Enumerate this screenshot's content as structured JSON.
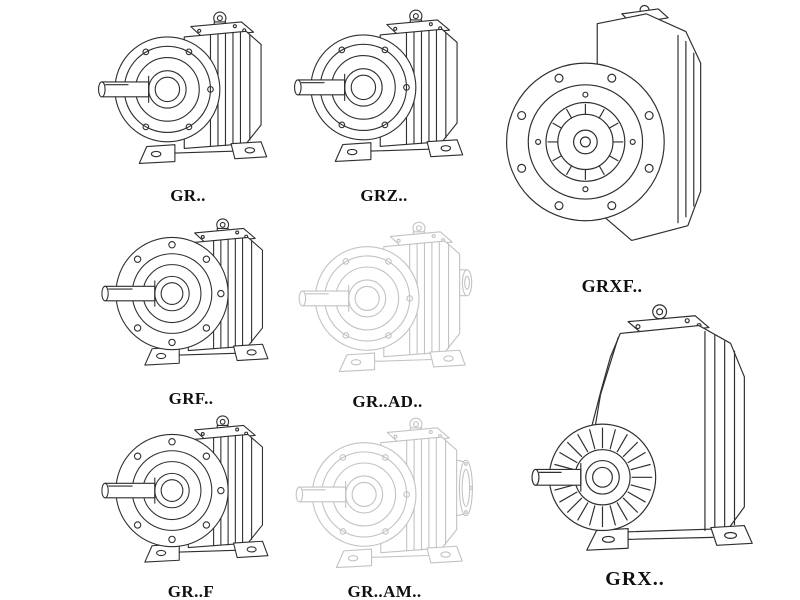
{
  "figures": [
    {
      "label": "GR.."
    },
    {
      "label": "GRZ.."
    },
    {
      "label": "GRXF.."
    },
    {
      "label": "GRF.."
    },
    {
      "label": "GR..AD.."
    },
    {
      "label": "GR..F"
    },
    {
      "label": "GR..AM.."
    },
    {
      "label": "GRX.."
    }
  ],
  "colors": {
    "line": "#2f2f2f",
    "light_line": "#c3c3c3",
    "label_text": "#101010",
    "background": "#ffffff"
  }
}
